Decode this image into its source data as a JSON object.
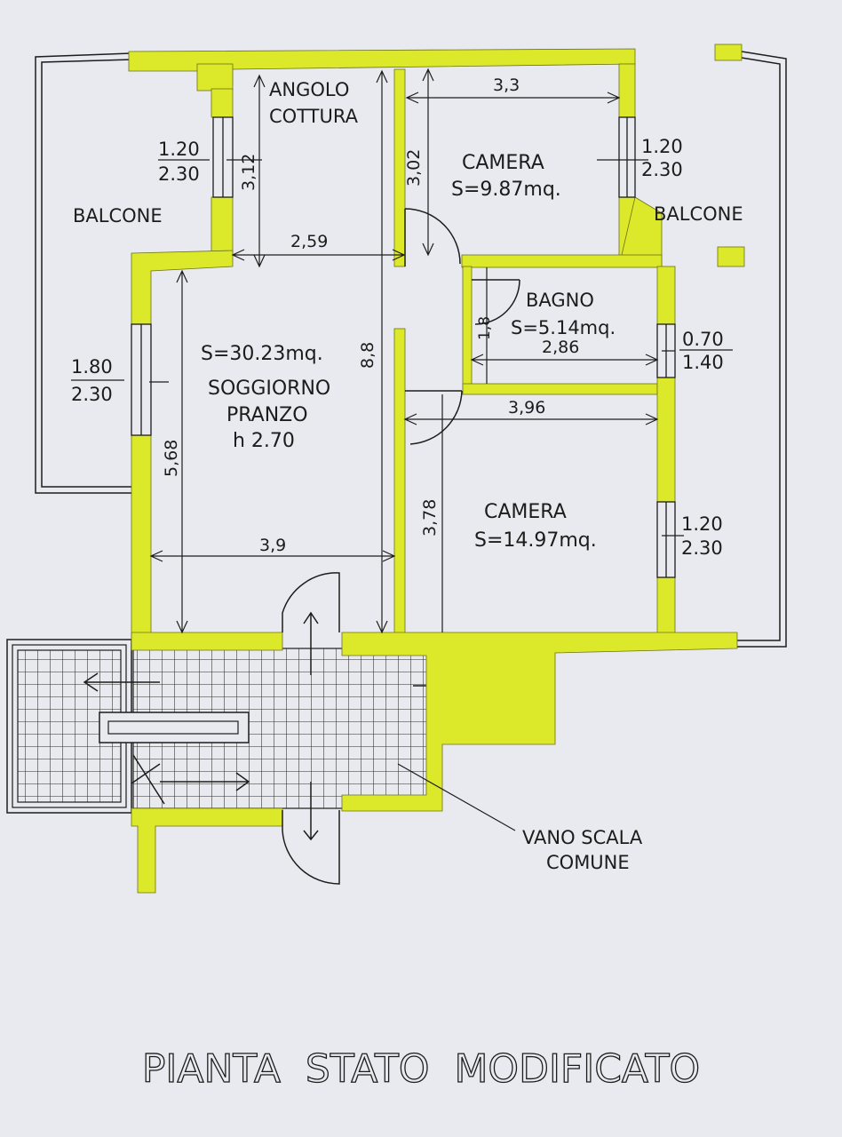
{
  "title": "PIANTA  STATO  MODIFICATO",
  "colors": {
    "wall": "#dce92a",
    "line": "#1d1d1d",
    "paper": "#e9eaef"
  },
  "rooms": {
    "balcone_left": "BALCONE",
    "balcone_right": "BALCONE",
    "angolo_1": "ANGOLO",
    "angolo_2": "COTTURA",
    "camera1_name": "CAMERA",
    "camera1_area": "S=9.87mq.",
    "bagno_name": "BAGNO",
    "bagno_area": "S=5.14mq.",
    "soggiorno_area": "S=30.23mq.",
    "soggiorno_1": "SOGGIORNO",
    "soggiorno_2": "PRANZO",
    "soggiorno_h": "h  2.70",
    "camera2_name": "CAMERA",
    "camera2_area": "S=14.97mq.",
    "vano_1": "VANO  SCALA",
    "vano_2": "COMUNE"
  },
  "windows": {
    "kitchen": [
      "1.20",
      "2.30"
    ],
    "camera1": [
      "1.20",
      "2.30"
    ],
    "soggiorno": [
      "1.80",
      "2.30"
    ],
    "bagno": [
      "0.70",
      "1.40"
    ],
    "camera2": [
      "1.20",
      "2.30"
    ]
  },
  "dimensions": {
    "camera1_width": "3,3",
    "camera1_depth": "3,02",
    "kitchen_depth": "3,12",
    "kitchen_width": "2,59",
    "total_depth": "8,8",
    "bagno_depth": "1,8",
    "bagno_width": "2,86",
    "camera2_width": "3,96",
    "soggiorno_depth": "5,68",
    "camera2_depth": "3,78",
    "soggiorno_width": "3,9"
  }
}
